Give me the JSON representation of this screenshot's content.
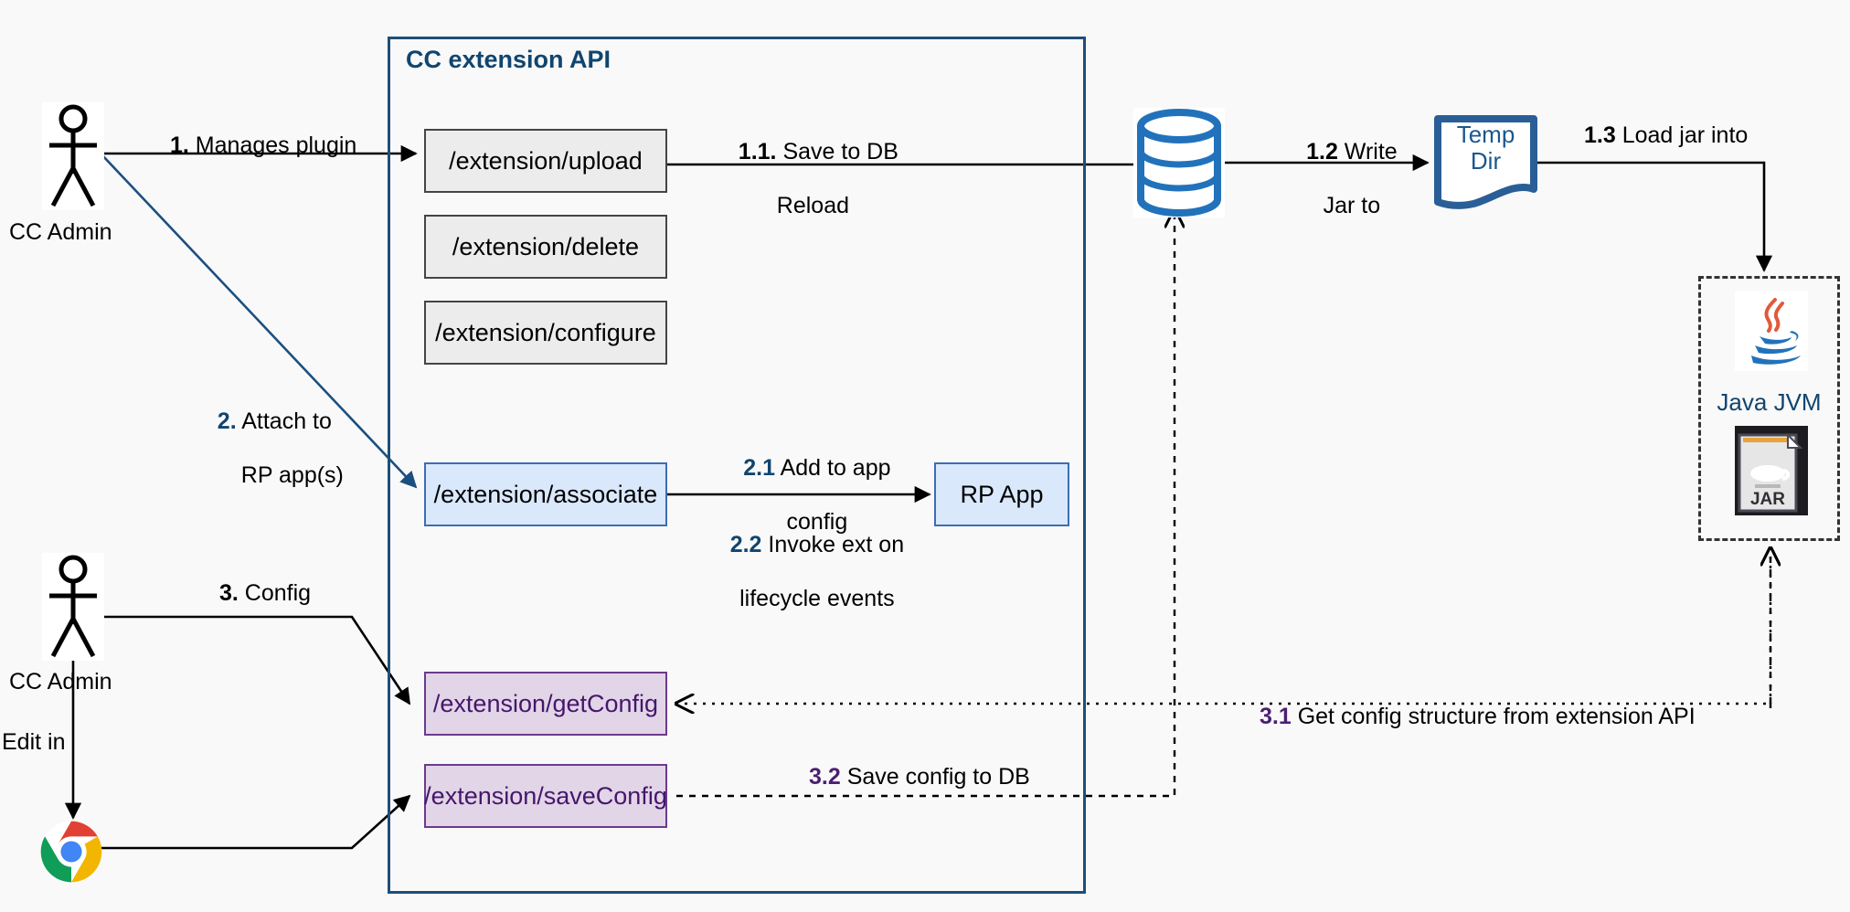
{
  "diagram": {
    "title": "CC extension API",
    "background_color": "#f9f9f9",
    "container": {
      "label": "CC extension API",
      "border_color": "#1f4e79"
    },
    "actors": [
      {
        "name": "CC Admin",
        "label": "CC Admin"
      },
      {
        "name": "CC Admin",
        "label": "CC Admin"
      }
    ],
    "endpoints": [
      {
        "label": "/extension/upload",
        "fill": "#ececec",
        "stroke": "#454545"
      },
      {
        "label": "/extension/delete",
        "fill": "#ececec",
        "stroke": "#454545"
      },
      {
        "label": "/extension/configure",
        "fill": "#ececec",
        "stroke": "#454545"
      },
      {
        "label": "/extension/associate",
        "fill": "#dae8fc",
        "stroke": "#3c6eb4"
      },
      {
        "label": "/extension/getConfig",
        "fill": "#e1d5e7",
        "stroke": "#6c3a8e"
      },
      {
        "label": "/extension/saveConfig",
        "fill": "#e1d5e7",
        "stroke": "#6c3a8e"
      }
    ],
    "nodes": {
      "rp_app": {
        "label": "RP App",
        "fill": "#dae8fc",
        "stroke": "#3c6eb4"
      },
      "database": {
        "label": "",
        "color": "#2272bb"
      },
      "temp_dir": {
        "label": "Temp\nDir",
        "color": "#2a5e96"
      },
      "jvm": {
        "label": "Java JVM",
        "color": "#10456f"
      },
      "jar_file": {
        "label": "JAR"
      },
      "chrome": {
        "label": ""
      }
    },
    "edges": [
      {
        "id": "e1",
        "number": "1.",
        "text": " Manages plugin",
        "number_color": "#000000"
      },
      {
        "id": "e11",
        "number": "1.1.",
        "text": " Save to DB\nReload",
        "number_color": "#000000"
      },
      {
        "id": "e12",
        "number": "1.2",
        "text": " Write\nJar to",
        "number_color": "#000000"
      },
      {
        "id": "e13",
        "number": "1.3",
        "text": " Load jar into",
        "number_color": "#000000"
      },
      {
        "id": "e2",
        "number": "2.",
        "text": " Attach to\nRP app(s)",
        "number_color": "#10456f"
      },
      {
        "id": "e21",
        "number": "2.1",
        "text": " Add to app\nconfig",
        "number_color": "#10456f"
      },
      {
        "id": "e22",
        "number": "2.2",
        "text": " Invoke ext on\nlifecycle events",
        "number_color": "#10456f"
      },
      {
        "id": "e3",
        "number": "3.",
        "text": " Config",
        "number_color": "#000000"
      },
      {
        "id": "e31",
        "number": "3.1",
        "text": " Get config structure from extension API",
        "number_color": "#4b1f72"
      },
      {
        "id": "e32",
        "number": "3.2",
        "text": " Save config to DB",
        "number_color": "#4b1f72"
      },
      {
        "id": "eedit",
        "number": "",
        "text": "Edit in",
        "number_color": "#000000"
      }
    ],
    "labels": {
      "manages_plugin_num": "1.",
      "manages_plugin_text": " Manages plugin",
      "save_to_db_num": "1.1.",
      "save_to_db_text": " Save to DB",
      "save_to_db_text2": "Reload",
      "write_jar_num": "1.2",
      "write_jar_text": " Write",
      "write_jar_text2": "Jar to",
      "load_jar_num": "1.3",
      "load_jar_text": " Load jar into",
      "attach_num": "2.",
      "attach_text": " Attach to",
      "attach_text2": "RP app(s)",
      "add_app_num": "2.1",
      "add_app_text": " Add to app",
      "add_app_text2": "config",
      "invoke_num": "2.2",
      "invoke_text": " Invoke ext on",
      "invoke_text2": "lifecycle events",
      "config_num": "3.",
      "config_text": " Config",
      "getconfig_num": "3.1",
      "getconfig_text": " Get config structure from extension API",
      "saveconfig_num": "3.2",
      "saveconfig_text": " Save config to DB",
      "edit_in": "Edit in",
      "actor1": "CC Admin",
      "actor2": "CC Admin",
      "jvm": "Java JVM",
      "temp_dir": "Temp\nDir",
      "rp_app": "RP App",
      "jar": "JAR",
      "container_title": "CC extension API",
      "endpoint_upload": "/extension/upload",
      "endpoint_delete": "/extension/delete",
      "endpoint_configure": "/extension/configure",
      "endpoint_associate": "/extension/associate",
      "endpoint_getconfig": "/extension/getConfig",
      "endpoint_saveconfig": "/extension/saveConfig"
    },
    "colors": {
      "container_border": "#1f4e79",
      "blue_accent": "#10456f",
      "purple_accent": "#4b1f72",
      "grey_fill": "#ececec",
      "blue_fill": "#dae8fc",
      "purple_fill": "#e1d5e7",
      "db_blue": "#2272bb"
    }
  }
}
